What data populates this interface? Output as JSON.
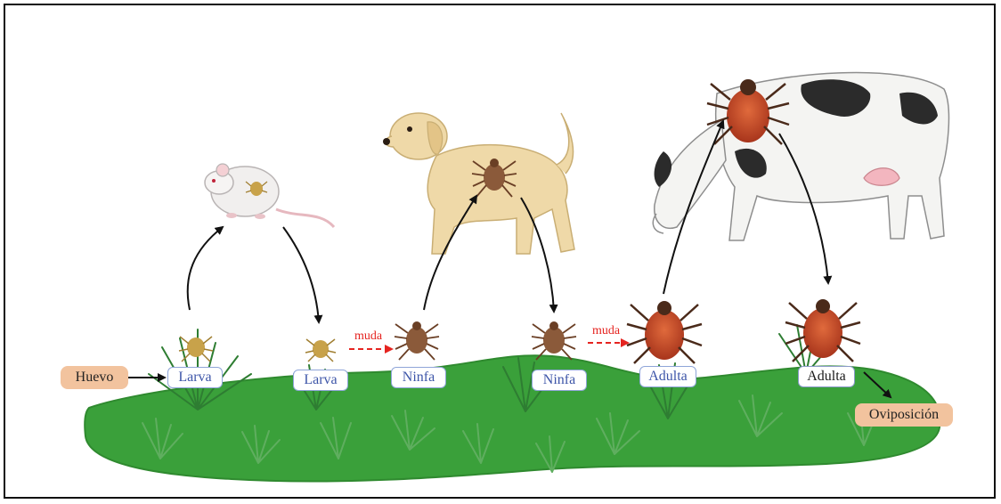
{
  "diagram": {
    "start_label": "Huevo",
    "end_label": "Oviposición",
    "molt_label": "muda",
    "stages": [
      {
        "label": "Larva"
      },
      {
        "label": "Larva"
      },
      {
        "label": "Ninfa"
      },
      {
        "label": "Ninfa"
      },
      {
        "label": "Adulta"
      },
      {
        "label": "Adulta"
      }
    ],
    "molt_labels": [
      "muda",
      "muda"
    ],
    "hosts": [
      "mouse-icon",
      "dog-icon",
      "cow-icon"
    ]
  },
  "colors": {
    "ground": "#3aa03a",
    "ground_edge": "#2f8a2f",
    "grass": "#2e7d32",
    "stage_text": "#3d55a8",
    "pill_bg": "#f2c39e",
    "molt_arrow": "#e52420",
    "tick_larva": "#c8a24a",
    "tick_nymph": "#8b5a3a",
    "tick_adult": "#c2492a"
  }
}
